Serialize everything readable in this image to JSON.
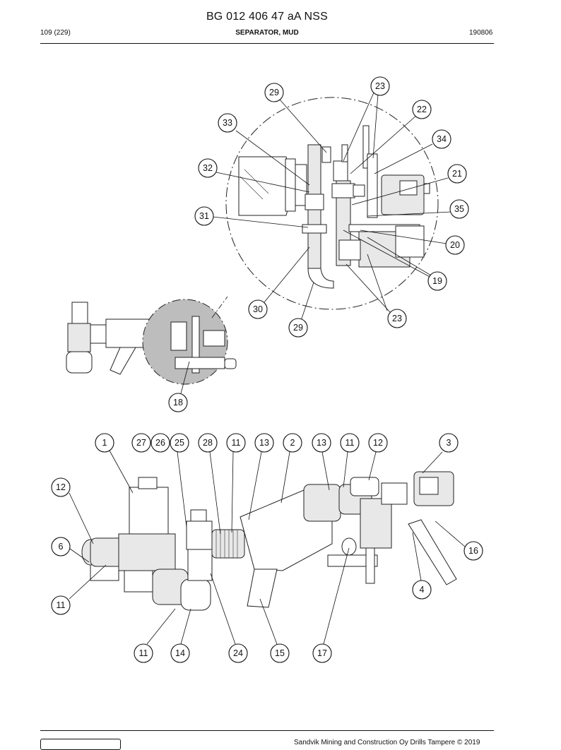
{
  "header": {
    "document_title": "BG 012 406 47 aA NSS",
    "page_number": "109 (229)",
    "section_title": "SEPARATOR, MUD",
    "date_code": "190806"
  },
  "footer": {
    "copyright": "Sandvik Mining and Construction Oy Drills Tampere © 2019"
  },
  "detail_callouts": [
    "29",
    "23",
    "22",
    "33",
    "34",
    "32",
    "21",
    "31",
    "35",
    "20",
    "19",
    "30",
    "23",
    "29",
    "18"
  ],
  "main_callouts": [
    "1",
    "27",
    "26",
    "25",
    "28",
    "11",
    "13",
    "2",
    "13",
    "11",
    "12",
    "3",
    "12",
    "6",
    "16",
    "11",
    "4",
    "11",
    "14",
    "24",
    "15",
    "17"
  ]
}
